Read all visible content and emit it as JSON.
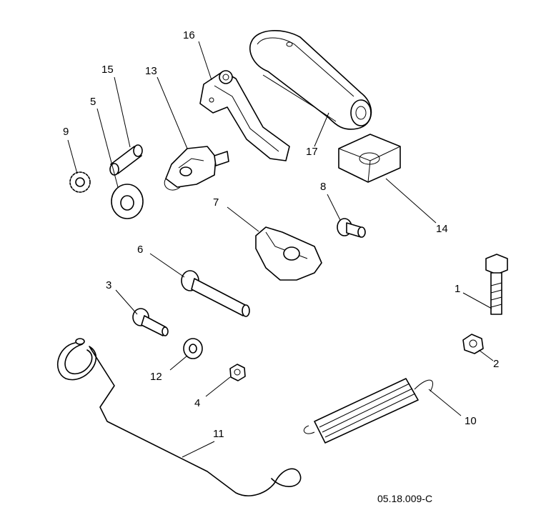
{
  "diagram": {
    "callouts": {
      "c1": "1",
      "c2": "2",
      "c3": "3",
      "c4": "4",
      "c5": "5",
      "c6": "6",
      "c7": "7",
      "c8": "8",
      "c9": "9",
      "c10": "10",
      "c11": "11",
      "c12": "12",
      "c13": "13",
      "c14": "14",
      "c15": "15",
      "c16": "16",
      "c17": "17"
    },
    "reference_code": "05.18.009-C"
  }
}
